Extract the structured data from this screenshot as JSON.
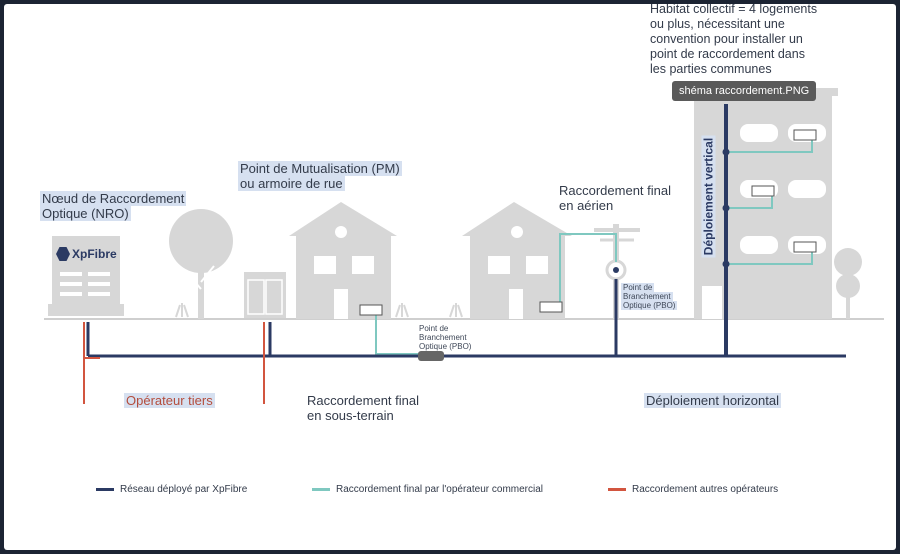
{
  "labels": {
    "habitat": [
      "Habitat collectif = 4 logements",
      "ou plus, nécessitant une",
      "convention pour installer un",
      "point de raccordement dans",
      "les parties communes"
    ],
    "nro": [
      "Nœud de Raccordement",
      "Optique (NRO)"
    ],
    "pm": [
      "Point de Mutualisation (PM)",
      "ou armoire de rue"
    ],
    "aerien": [
      "Raccordement final",
      "en aérien"
    ],
    "pbo_aerien": [
      "Point de",
      "Branchement",
      "Optique (PBO)"
    ],
    "pbo_sous": [
      "Point de",
      "Branchement",
      "Optique (PBO)"
    ],
    "operateur_tiers": "Opérateur tiers",
    "sous_terrain": [
      "Raccordement final",
      "en sous-terrain"
    ],
    "deploiement_horizontal": "Déploiement horizontal",
    "deploiement_vertical": "Déploiement vertical",
    "logo": "XpFibre"
  },
  "tooltip": "shéma raccordement.PNG",
  "legend": [
    {
      "label": "Réseau déployé par XpFibre",
      "color": "#2b3a63"
    },
    {
      "label": "Raccordement final par l'opérateur commercial",
      "color": "#7fc8c0"
    },
    {
      "label": "Raccordement autres opérateurs",
      "color": "#d2553f"
    }
  ],
  "colors": {
    "xpfibre": "#2b3a63",
    "commercial": "#7fc8c0",
    "autres": "#d2553f",
    "building": "#d7d7d7",
    "accent": "#d6e0f0"
  }
}
